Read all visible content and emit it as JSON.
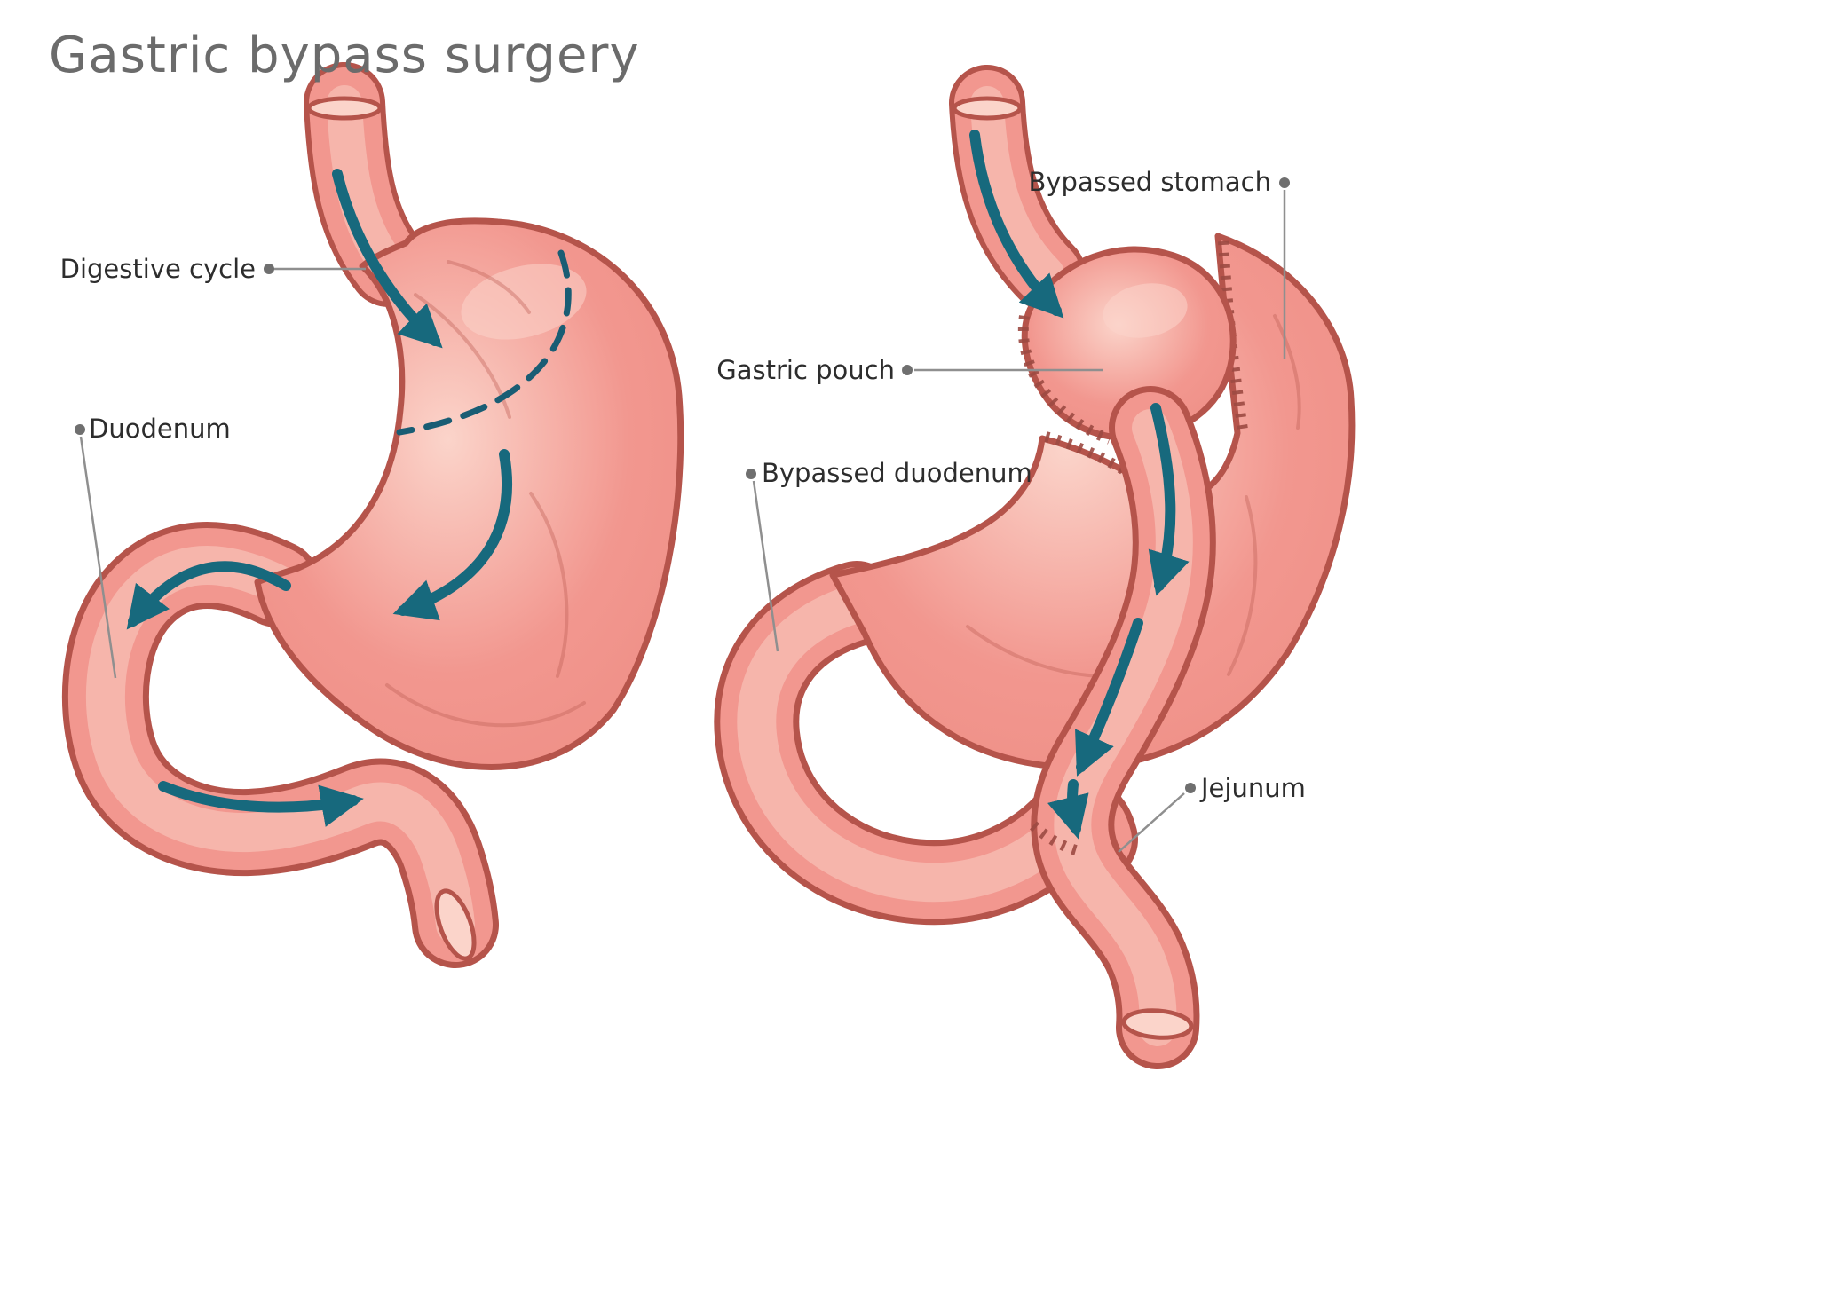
{
  "title": "Gastric bypass surgery",
  "left_diagram": {
    "labels": {
      "digestive_cycle": "Digestive cycle",
      "duodenum": "Duodenum"
    }
  },
  "right_diagram": {
    "labels": {
      "bypassed_stomach": "Bypassed stomach",
      "gastric_pouch": "Gastric pouch",
      "bypassed_duodenum": "Bypassed duodenum",
      "jejunum": "Jejunum"
    }
  },
  "colors": {
    "background": "#ffffff",
    "stomach_fill": "#f2978f",
    "stomach_light": "#f7bab0",
    "stomach_lighter": "#fbd4ca",
    "stomach_shade": "#ee8d84",
    "outline": "#b5544b",
    "fold": "#c06257",
    "arrow": "#17697d",
    "incision": "#195d74",
    "staple": "#9c4a42",
    "leader_line": "#8f8f8f",
    "leader_dot": "#6f6f6f",
    "label_text": "#2d2d2d",
    "title_text": "#6b6b6b"
  }
}
